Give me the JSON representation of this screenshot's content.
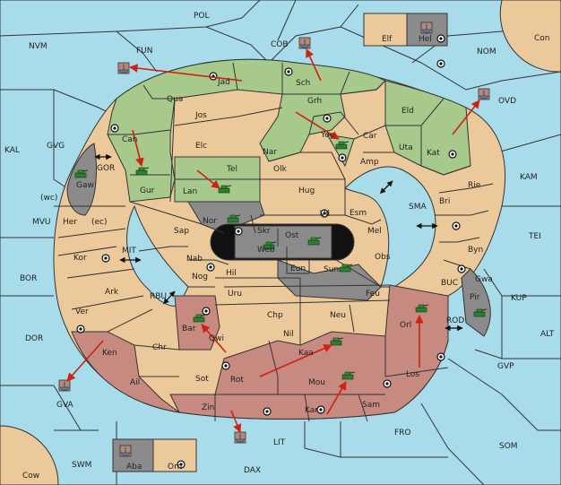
{
  "provinces": {
    "sea": [
      "POL",
      "NVM",
      "FUN",
      "COB",
      "NOM",
      "Con",
      "OVD",
      "KAL",
      "GVG",
      "GOR",
      "KAM",
      "MVU",
      "MIT",
      "SMA",
      "TEI",
      "BOR",
      "RBU",
      "BUC",
      "KUP",
      "DOR",
      "ROD",
      "ALT",
      "GVP",
      "GVA",
      "FRO",
      "SOM",
      "LIT",
      "SWM",
      "DAX",
      "Cow",
      "Elf",
      "Hel",
      "Aba",
      "Orn"
    ],
    "land": [
      "Jad",
      "Qua",
      "Sch",
      "Grh",
      "Jos",
      "Eld",
      "Can",
      "Elc",
      "Yoe",
      "Car",
      "Uta",
      "Nar",
      "Kat",
      "Gur",
      "Tel",
      "Olk",
      "Amp",
      "Lan",
      "Hug",
      "Rie",
      "Bri",
      "Gaw",
      "Nor",
      "Skr",
      "Vil",
      "Esm",
      "Her",
      "(wc)",
      "(ec)",
      "Sap",
      "Ost",
      "Mel",
      "Kor",
      "Web",
      "Byn",
      "Nab",
      "Eun",
      "Obs",
      "Hil",
      "Sun",
      "Gwa",
      "Nog",
      "Ark",
      "Uru",
      "Feu",
      "Pir",
      "Ver",
      "Bar",
      "Chp",
      "Neu",
      "Qwi",
      "Orl",
      "Nil",
      "Chr",
      "Ken",
      "Kaa",
      "Rot",
      "Sot",
      "Los",
      "Ail",
      "Mou",
      "Sam",
      "Kar",
      "Zin"
    ]
  },
  "legend_colors": {
    "green": "#a8c98c",
    "red": "#c78a80",
    "grey": "#8b8b8b",
    "neutral": "#ecc99a",
    "sea": "#a8dcea",
    "orders": "#d02010"
  },
  "unit_icons": {
    "army": "tank-icon",
    "fleet": "ship-icon"
  }
}
